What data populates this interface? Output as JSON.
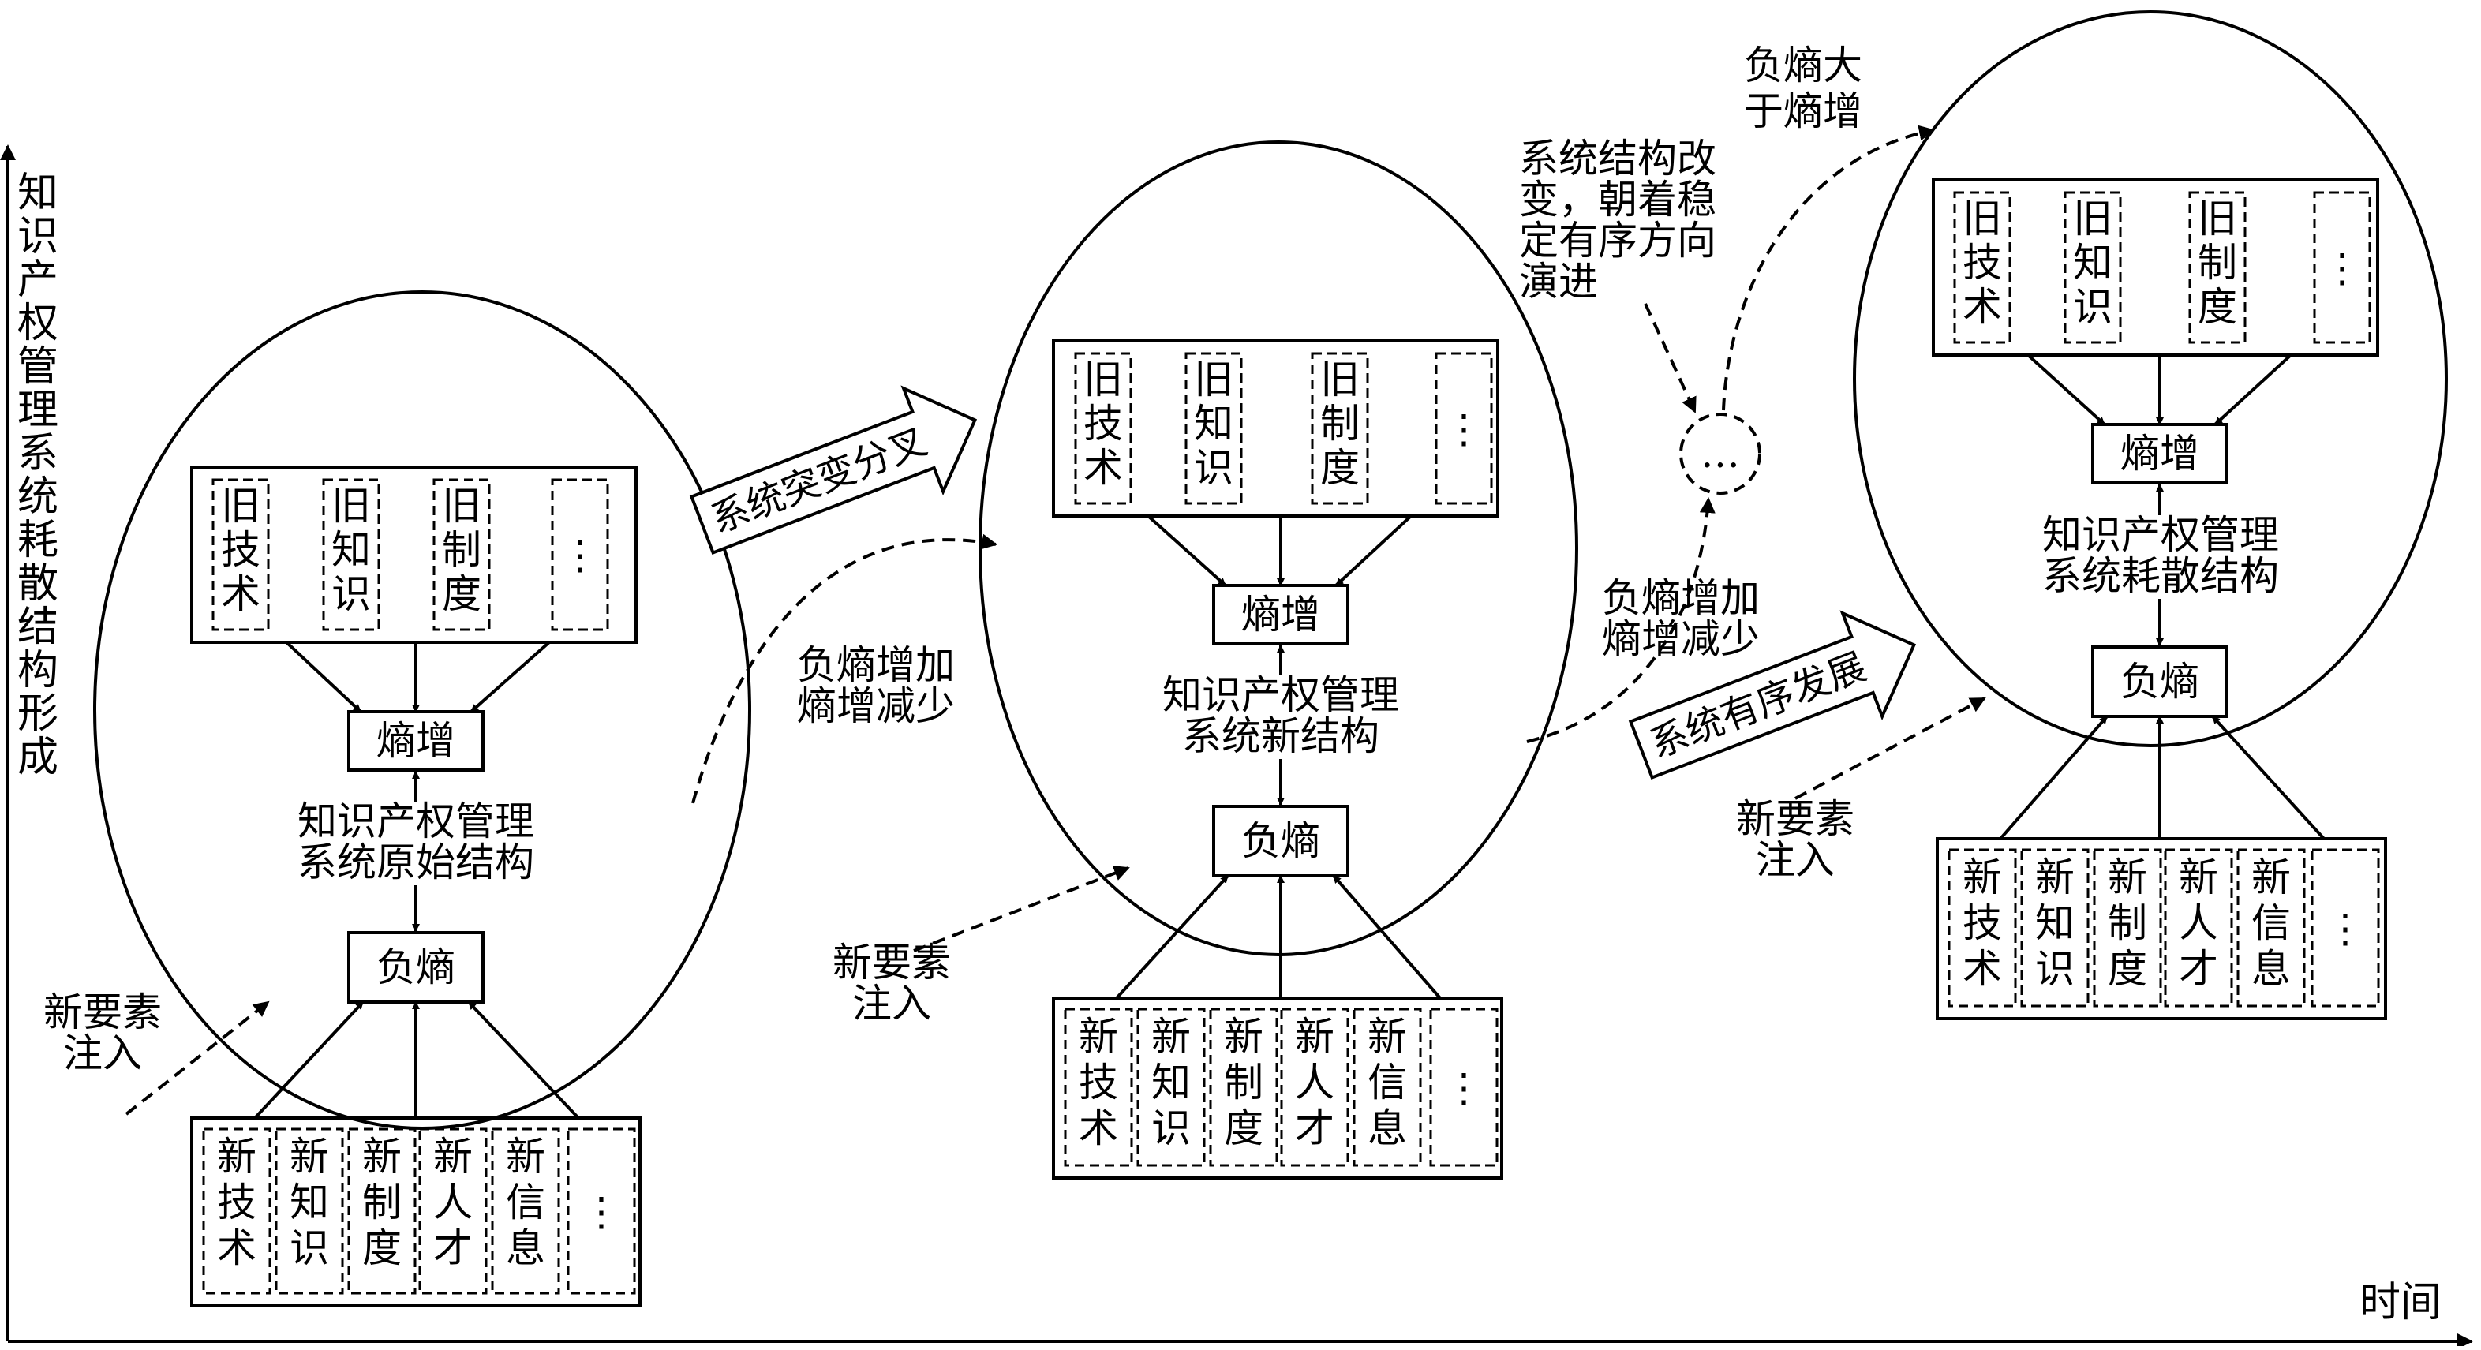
{
  "axes": {
    "y_label": "知识产权管理系统耗散结构形成",
    "x_label": "时间"
  },
  "stages": [
    {
      "top_items": [
        "旧技术",
        "旧知识",
        "旧制度",
        "⋮"
      ],
      "entropy_increase": "熵增",
      "structure_name": [
        "知识产权管理",
        "系统原始结构"
      ],
      "negative_entropy": "负熵",
      "bottom_items": [
        "新技术",
        "新知识",
        "新制度",
        "新人才",
        "新信息",
        "⋮"
      ],
      "injection_label": [
        "新要素",
        "注入"
      ]
    },
    {
      "top_items": [
        "旧技术",
        "旧知识",
        "旧制度",
        "⋮"
      ],
      "entropy_increase": "熵增",
      "structure_name": [
        "知识产权管理",
        "系统新结构"
      ],
      "negative_entropy": "负熵",
      "bottom_items": [
        "新技术",
        "新知识",
        "新制度",
        "新人才",
        "新信息",
        "⋮"
      ],
      "injection_label": [
        "新要素",
        "注入"
      ]
    },
    {
      "top_items": [
        "旧技术",
        "旧知识",
        "旧制度",
        "⋮"
      ],
      "entropy_increase": "熵增",
      "structure_name": [
        "知识产权管理",
        "系统耗散结构"
      ],
      "negative_entropy": "负熵",
      "bottom_items": [
        "新技术",
        "新知识",
        "新制度",
        "新人才",
        "新信息",
        "⋮"
      ],
      "injection_label": [
        "新要素",
        "注入"
      ]
    }
  ],
  "transitions": {
    "first_curve_label": [
      "负熵增加",
      "熵增减少"
    ],
    "second_curve_label": [
      "负熵增加",
      "熵增减少"
    ],
    "mutation_arrow": "系统突变分叉",
    "ordered_arrow": "系统有序发展",
    "ellipsis_node": "…",
    "structure_change_label": [
      "系统结构改",
      "变，朝着稳",
      "定有序方向",
      "演进"
    ],
    "final_label": [
      "负熵大",
      "于熵增"
    ]
  }
}
